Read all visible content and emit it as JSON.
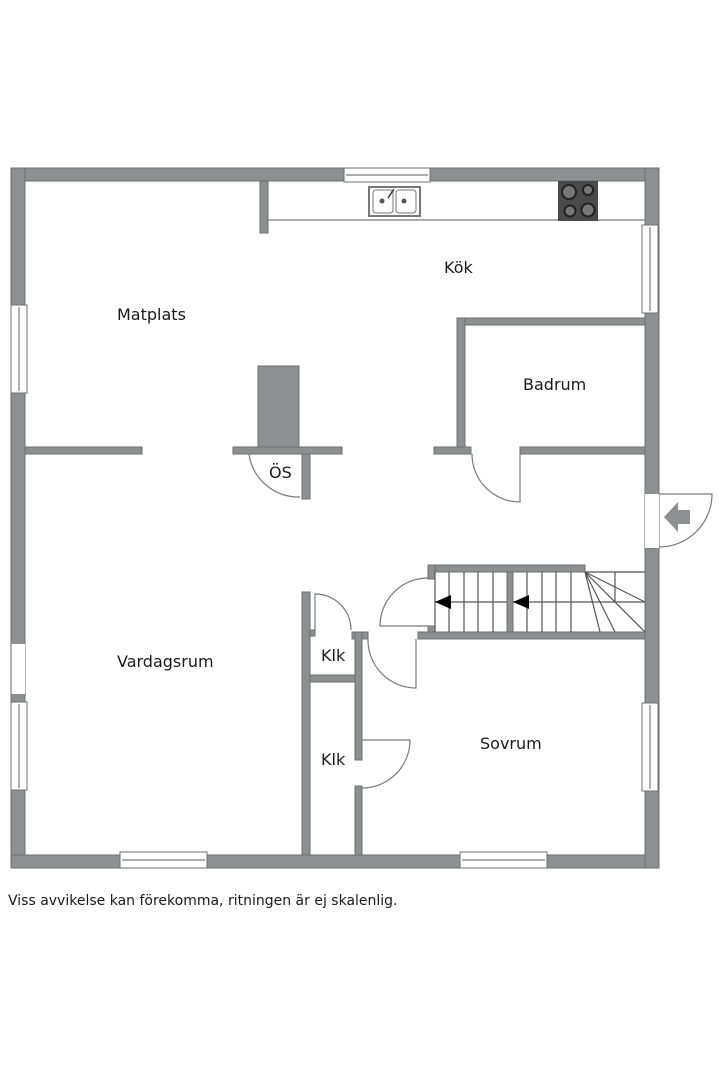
{
  "rooms": {
    "kok": "Kök",
    "matplats": "Matplats",
    "badrum": "Badrum",
    "os": "ÖS",
    "vardagsrum": "Vardagsrum",
    "klk_upper": "Klk",
    "klk_lower": "Klk",
    "sovrum": "Sovrum"
  },
  "disclaimer": "Viss avvikelse kan förekomma, ritningen är ej skalenlig.",
  "colors": {
    "wall": "#8e8f90",
    "stove": "#4a4a4a",
    "background": "#ffffff"
  }
}
